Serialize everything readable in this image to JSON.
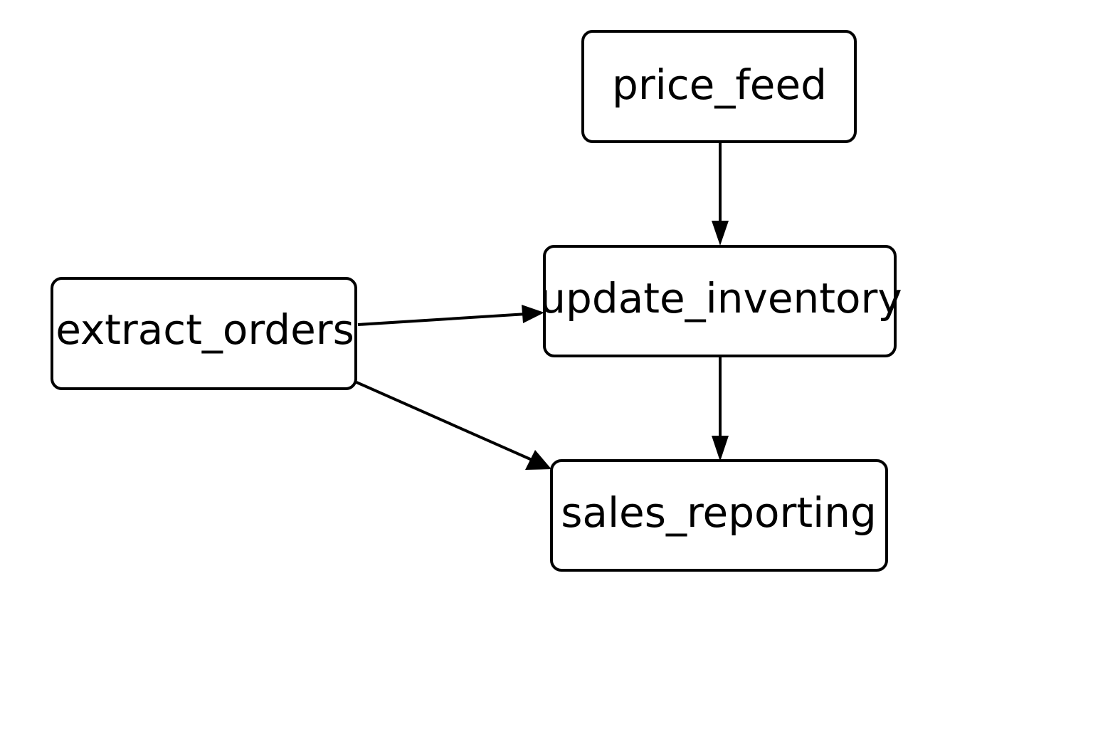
{
  "diagram": {
    "type": "flowchart",
    "nodes": [
      {
        "id": "price_feed",
        "label": "price_feed"
      },
      {
        "id": "update_inventory",
        "label": "update_inventory"
      },
      {
        "id": "extract_orders",
        "label": "extract_orders"
      },
      {
        "id": "sales_reporting",
        "label": "sales_reporting"
      }
    ],
    "edges": [
      {
        "from": "price_feed",
        "to": "update_inventory"
      },
      {
        "from": "extract_orders",
        "to": "update_inventory"
      },
      {
        "from": "extract_orders",
        "to": "sales_reporting"
      },
      {
        "from": "update_inventory",
        "to": "sales_reporting"
      }
    ],
    "colors": {
      "stroke": "#000000",
      "background": "#ffffff"
    }
  }
}
